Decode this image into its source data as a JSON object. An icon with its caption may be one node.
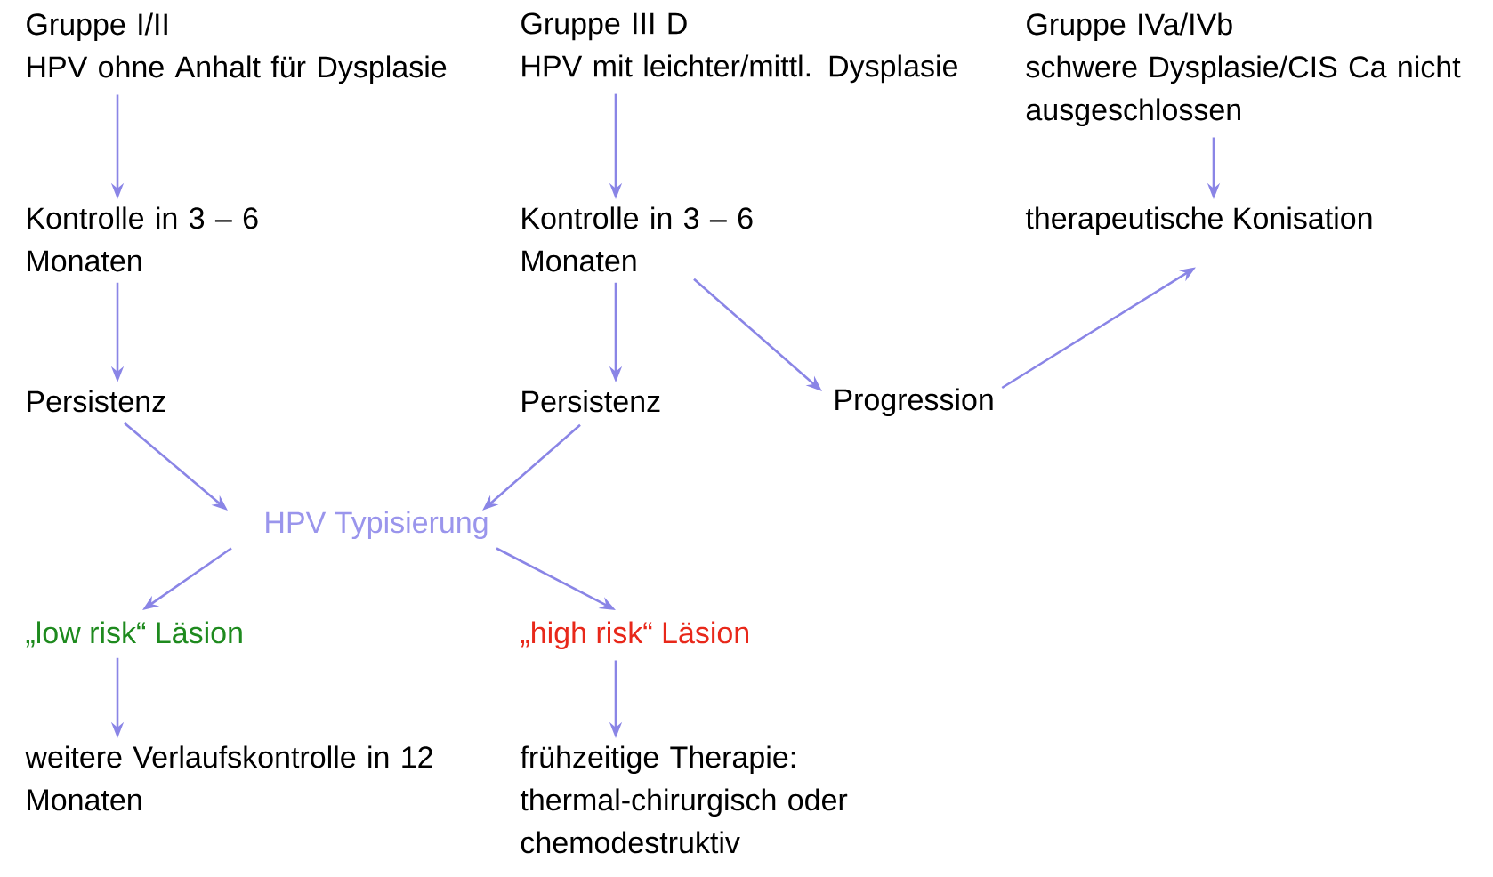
{
  "diagram": {
    "nodes": [
      {
        "text": [
          "Gruppe I/II",
          "HPV ohne Anhalt für Dysplasie"
        ]
      },
      {
        "text": [
          "Kontrolle in 3 – 6 Monaten"
        ]
      },
      {
        "text": [
          "Persistenz"
        ]
      },
      {
        "text": [
          "Gruppe III D",
          "HPV mit leichter/mittl. Dysplasie"
        ]
      },
      {
        "text": [
          "Kontrolle in 3 – 6 Monaten"
        ]
      },
      {
        "text": [
          "Persistenz"
        ]
      },
      {
        "text": [
          "Progression"
        ]
      },
      {
        "text": [
          "Gruppe IVa/IVb",
          "schwere Dysplasie/CIS Ca nicht ausgeschlossen"
        ]
      },
      {
        "text": [
          "therapeutische Konisation"
        ]
      },
      {
        "text": [
          "HPV Typisierung"
        ]
      },
      {
        "text": [
          "„low risk“ Läsion"
        ]
      },
      {
        "text": [
          "„high risk“ Läsion"
        ]
      },
      {
        "text": [
          "weitere Verlaufskontrolle in 12 Monaten"
        ]
      },
      {
        "text": [
          "frühzeitige Therapie: thermal-chirurgisch oder chemodestruktiv"
        ]
      }
    ],
    "edges": [
      {
        "from": 0,
        "to": 1,
        "arrow": "to"
      },
      {
        "from": 1,
        "to": 2,
        "arrow": "to"
      },
      {
        "from": 3,
        "to": 4,
        "arrow": "to"
      },
      {
        "from": 4,
        "to": 5,
        "arrow": "to"
      },
      {
        "from": 4,
        "to": 6,
        "arrow": "to"
      },
      {
        "from": 6,
        "to": 8,
        "arrow": "to"
      },
      {
        "from": 7,
        "to": 8,
        "arrow": "to"
      },
      {
        "from": 2,
        "to": 9,
        "arrow": "to"
      },
      {
        "from": 5,
        "to": 9,
        "arrow": "to"
      },
      {
        "from": 9,
        "to": 10,
        "arrow": "to"
      },
      {
        "from": 9,
        "to": 11,
        "arrow": "to"
      },
      {
        "from": 10,
        "to": 12,
        "arrow": "to"
      },
      {
        "from": 11,
        "to": 13,
        "arrow": "to"
      }
    ]
  }
}
